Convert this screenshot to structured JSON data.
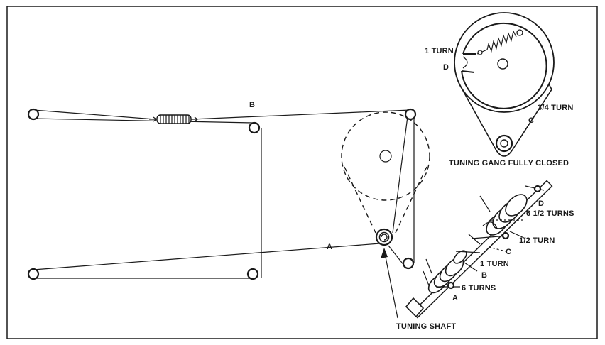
{
  "labels": {
    "cord_a": "A",
    "cord_b": "B",
    "cord_c": "C",
    "cord_d": "D",
    "cord_c_small": "C",
    "cord_d_small": "D",
    "cord_a_small": "A",
    "cord_b_small": "B",
    "one_turn_top": "1 TURN",
    "three_quarter_turn": "3/4 TURN",
    "tuning_gang_closed": "TUNING GANG FULLY CLOSED",
    "six_half_turns": "6 1/2 TURNS",
    "half_turn": "1/2 TURN",
    "one_turn": "1 TURN",
    "six_turns": "6 TURNS",
    "tuning_shaft": "TUNING SHAFT"
  }
}
